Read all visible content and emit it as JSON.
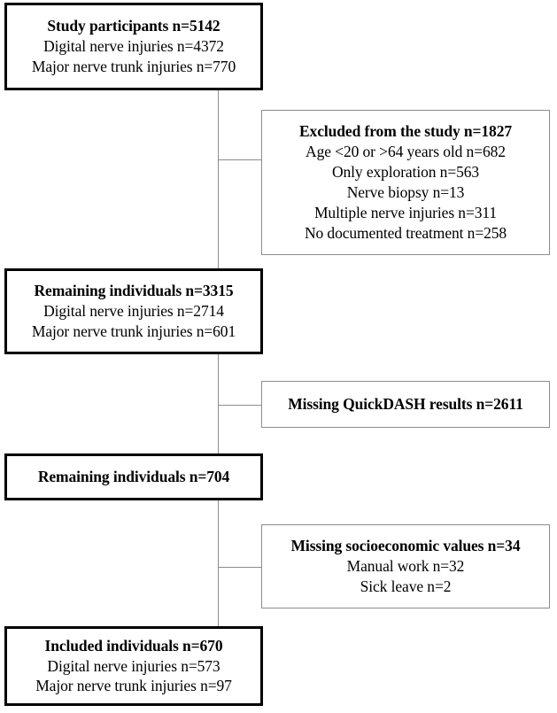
{
  "diagram": {
    "title": "Study participant flow diagram",
    "type": "flowchart",
    "colors": {
      "primary_border": "#000000",
      "secondary_border": "#8c8c8c",
      "connector": "#8c8c8c",
      "background": "#ffffff",
      "text": "#000000"
    }
  },
  "nodes": {
    "study_participants": {
      "kind": "primary",
      "lines": [
        {
          "text": "Study participants n=5142",
          "bold": true
        },
        {
          "text": "Digital nerve injuries n=4372",
          "bold": false
        },
        {
          "text": "Major nerve trunk injuries n=770",
          "bold": false
        }
      ]
    },
    "excluded": {
      "kind": "secondary",
      "lines": [
        {
          "text": "Excluded from the study n=1827",
          "bold": true
        },
        {
          "text": "Age <20 or >64 years old n=682",
          "bold": false
        },
        {
          "text": "Only exploration n=563",
          "bold": false
        },
        {
          "text": "Nerve biopsy n=13",
          "bold": false
        },
        {
          "text": "Multiple nerve injuries n=311",
          "bold": false
        },
        {
          "text": "No documented treatment n=258",
          "bold": false
        }
      ]
    },
    "remaining_3315": {
      "kind": "primary",
      "lines": [
        {
          "text": "Remaining individuals n=3315",
          "bold": true
        },
        {
          "text": "Digital nerve injuries n=2714",
          "bold": false
        },
        {
          "text": "Major nerve trunk injuries n=601",
          "bold": false
        }
      ]
    },
    "missing_quickdash": {
      "kind": "secondary",
      "lines": [
        {
          "text": "Missing QuickDASH results n=2611",
          "bold": true
        }
      ]
    },
    "remaining_704": {
      "kind": "primary",
      "lines": [
        {
          "text": "Remaining individuals n=704",
          "bold": true
        }
      ]
    },
    "missing_socioeconomic": {
      "kind": "secondary",
      "lines": [
        {
          "text": "Missing socioeconomic values n=34",
          "bold": true
        },
        {
          "text": "Manual work n=32",
          "bold": false
        },
        {
          "text": "Sick leave n=2",
          "bold": false
        }
      ]
    },
    "included": {
      "kind": "primary",
      "lines": [
        {
          "text": "Included individuals n=670",
          "bold": true
        },
        {
          "text": "Digital nerve injuries n=573",
          "bold": false
        },
        {
          "text": "Major nerve trunk injuries n=97",
          "bold": false
        }
      ]
    }
  },
  "chart_data": {
    "type": "flow",
    "title": "Study participant flow diagram",
    "stages": [
      {
        "id": "study_participants",
        "label": "Study participants",
        "n": 5142,
        "breakdown": [
          {
            "label": "Digital nerve injuries",
            "n": 4372
          },
          {
            "label": "Major nerve trunk injuries",
            "n": 770
          }
        ]
      },
      {
        "id": "excluded",
        "label": "Excluded from the study",
        "n": 1827,
        "breakdown": [
          {
            "label": "Age <20 or >64 years old",
            "n": 682
          },
          {
            "label": "Only exploration",
            "n": 563
          },
          {
            "label": "Nerve biopsy",
            "n": 13
          },
          {
            "label": "Multiple nerve injuries",
            "n": 311
          },
          {
            "label": "No documented treatment",
            "n": 258
          }
        ]
      },
      {
        "id": "remaining_3315",
        "label": "Remaining individuals",
        "n": 3315,
        "breakdown": [
          {
            "label": "Digital nerve injuries",
            "n": 2714
          },
          {
            "label": "Major nerve trunk injuries",
            "n": 601
          }
        ]
      },
      {
        "id": "missing_quickdash",
        "label": "Missing QuickDASH results",
        "n": 2611,
        "breakdown": []
      },
      {
        "id": "remaining_704",
        "label": "Remaining individuals",
        "n": 704,
        "breakdown": []
      },
      {
        "id": "missing_socioeconomic",
        "label": "Missing socioeconomic values",
        "n": 34,
        "breakdown": [
          {
            "label": "Manual work",
            "n": 32
          },
          {
            "label": "Sick leave",
            "n": 2
          }
        ]
      },
      {
        "id": "included",
        "label": "Included individuals",
        "n": 670,
        "breakdown": [
          {
            "label": "Digital nerve injuries",
            "n": 573
          },
          {
            "label": "Major nerve trunk injuries",
            "n": 97
          }
        ]
      }
    ]
  }
}
